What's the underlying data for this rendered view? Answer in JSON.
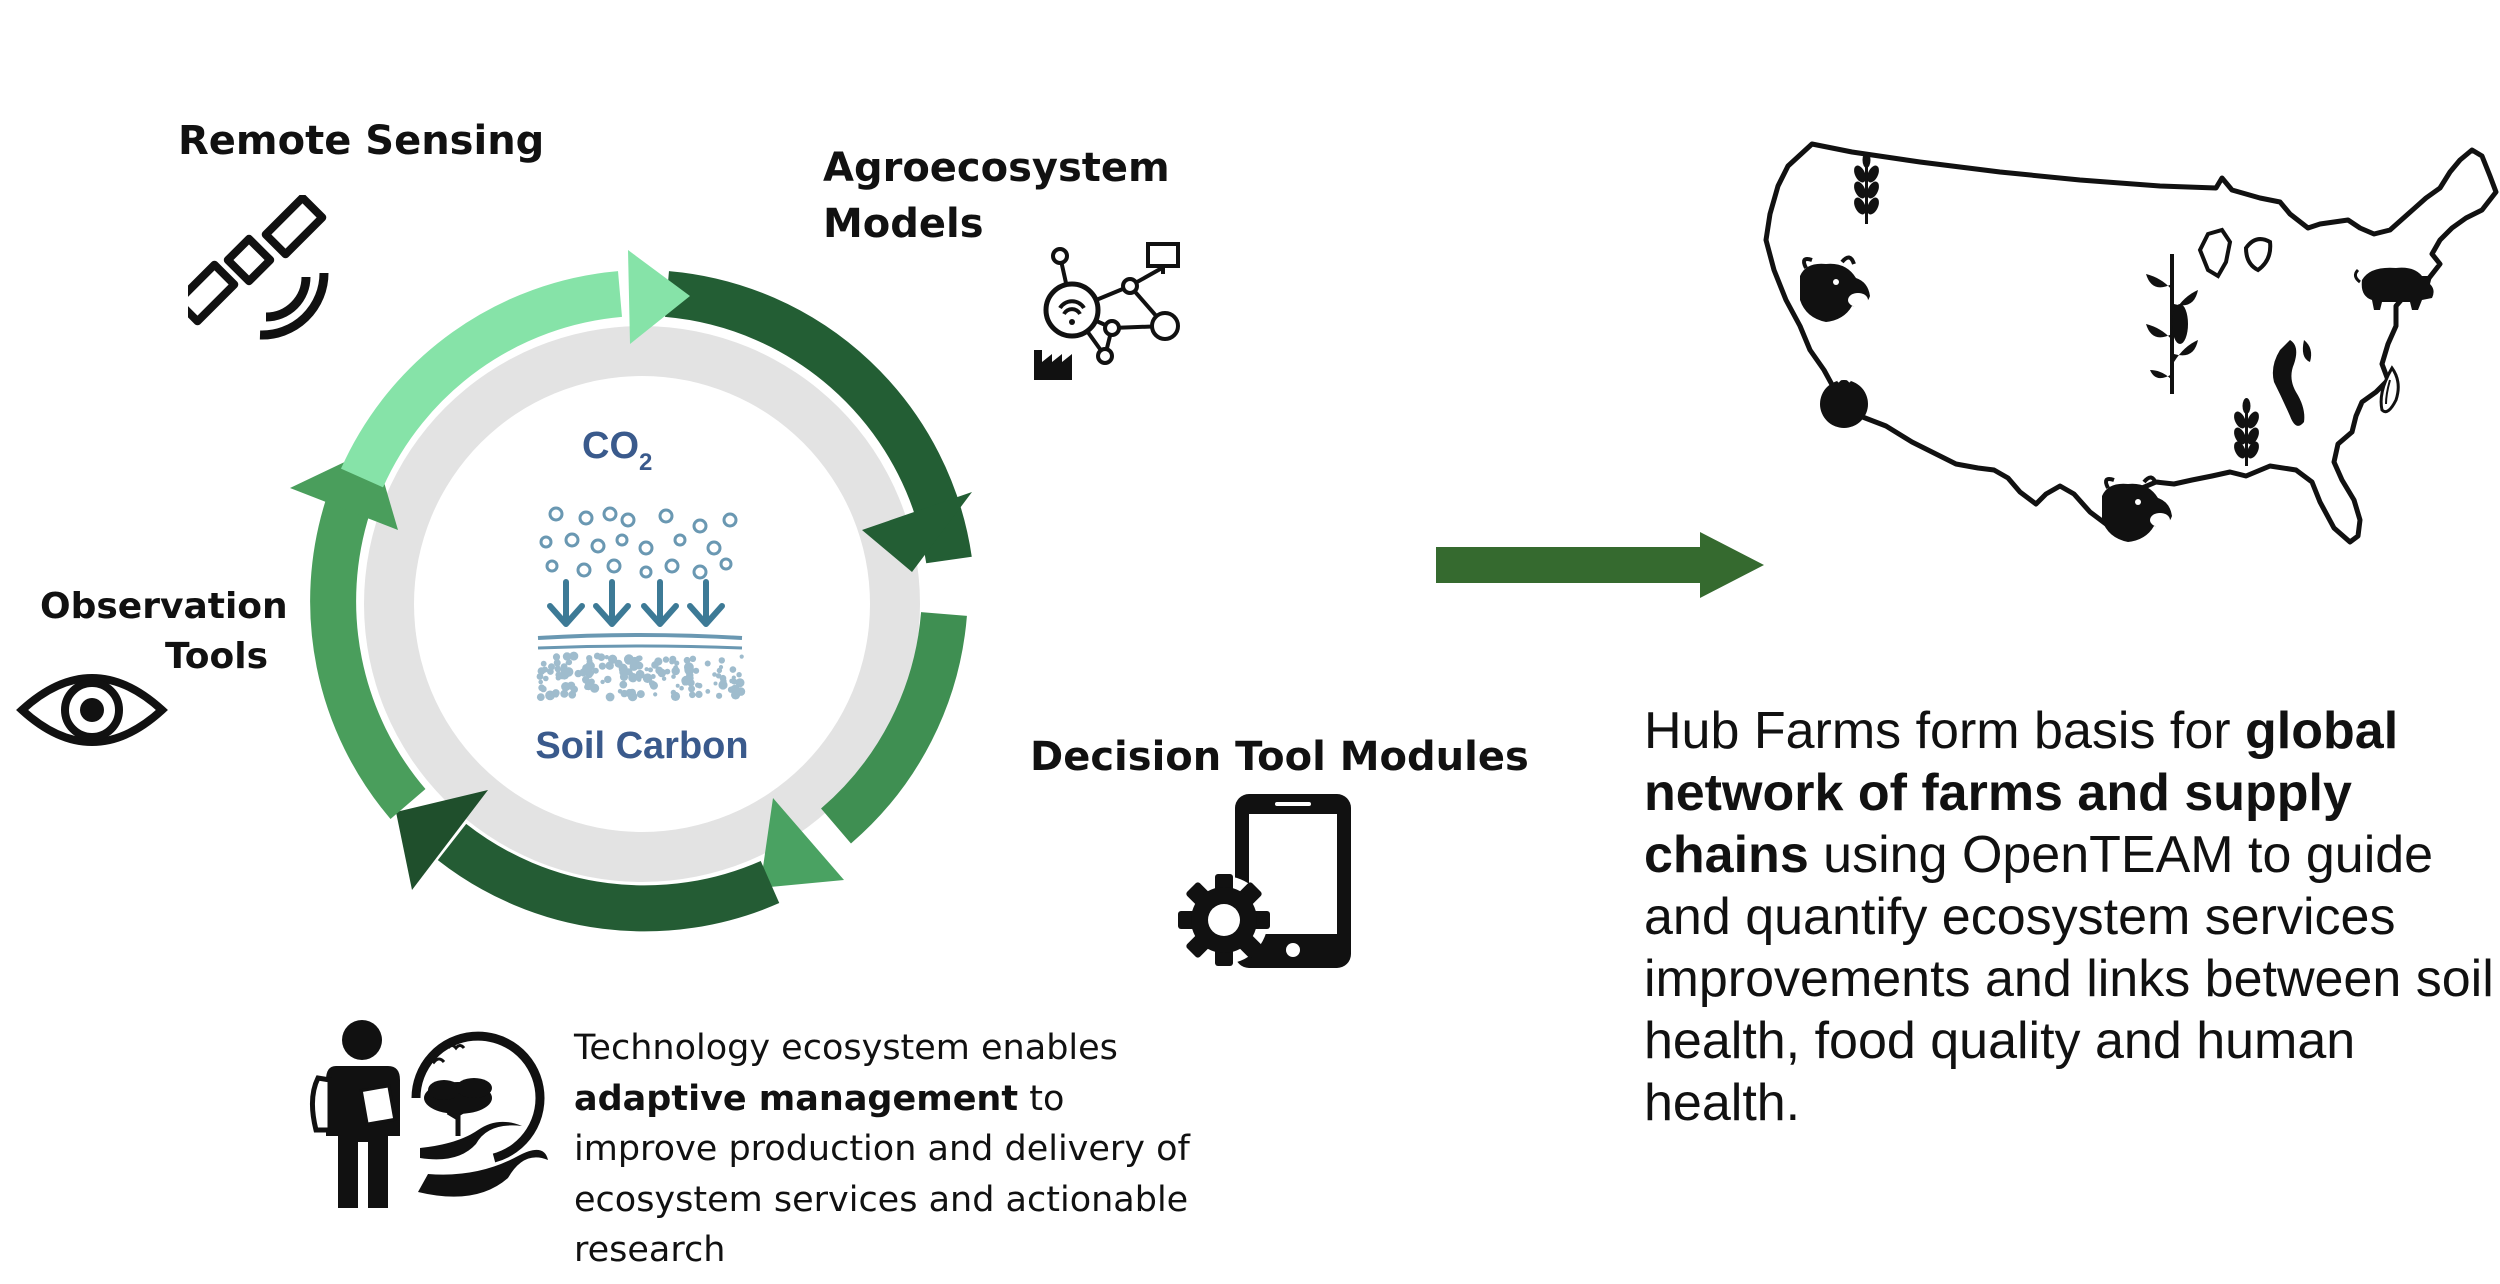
{
  "labels": {
    "remote_sensing": "Remote Sensing",
    "agro_line1": "Agroecosystem",
    "agro_line2": "Models",
    "obs_line1": "Observation",
    "obs_line2": "Tools",
    "decision": "Decision Tool Modules"
  },
  "cycle": {
    "co2_main": "CO",
    "co2_sub": "2",
    "soil_carbon": "Soil Carbon"
  },
  "tech": {
    "pre": "Technology ecosystem enables ",
    "bold": "adaptive management",
    "post": " to improve production and delivery of ecosystem services and actionable research"
  },
  "hub": {
    "pre": "Hub Farms form basis for ",
    "bold": "global network of farms and supply chains",
    "post": " using OpenTEAM to guide and quantify ecosystem services improvements and links between soil health, food quality and human health."
  },
  "colors": {
    "light_green": "#86e3a8",
    "mid_green": "#4a9e5c",
    "dark_green": "#235e34",
    "soil_blue": "#3a5a8c",
    "arrow_green": "#356a2f"
  },
  "icons": [
    "satellite-icon",
    "network-model-icon",
    "eye-icon",
    "phone-gear-icon",
    "person-nature-icon",
    "big-arrow-right-icon",
    "us-map",
    "wheat-icon",
    "cow-icon",
    "tomato-icon",
    "corn-icon",
    "soybean-icon",
    "pig-icon",
    "pea-pod-icon"
  ]
}
